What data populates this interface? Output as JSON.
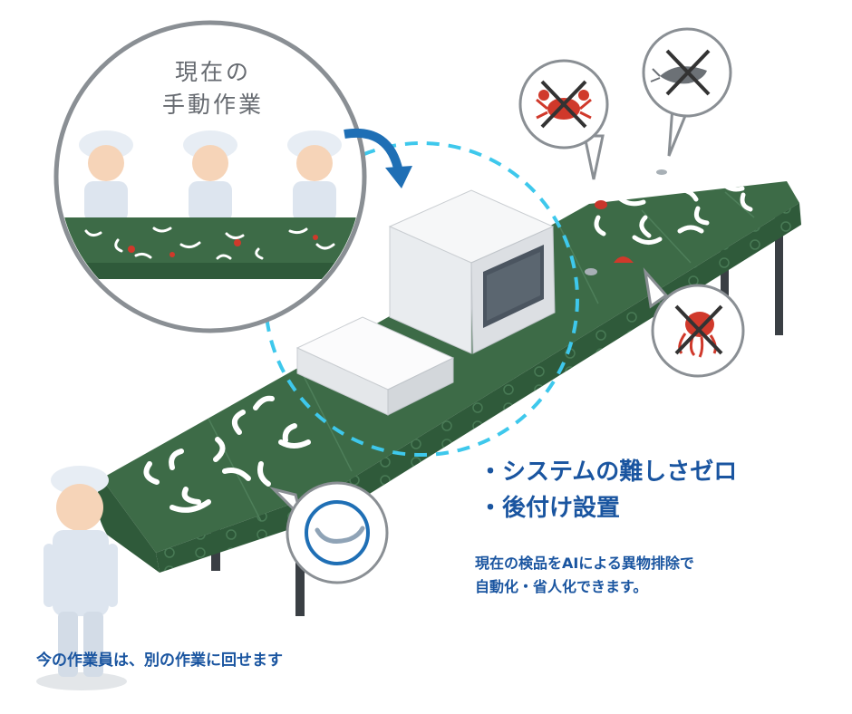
{
  "manual_work": {
    "title_line1": "現在の",
    "title_line2": "手動作業"
  },
  "benefits": [
    "・システムの難しさゼロ",
    "・後付け設置"
  ],
  "description": [
    "現在の検品をAIによる異物排除で",
    "自動化・省人化できます。"
  ],
  "caption": "今の作業員は、別の作業に回せます",
  "colors": {
    "text_blue": "#1a55a0",
    "belt_green": "#3d6b47",
    "dashed_cyan": "#3ec8ec",
    "arrow_blue": "#1f6fb5",
    "cross_dark": "#333333",
    "hazard_red": "#d0392b"
  },
  "icons": [
    "crab-icon",
    "shrimp-icon",
    "octopus-icon",
    "whitebait-icon",
    "arrow-icon",
    "inspection-machine-icon",
    "worker-icon"
  ]
}
